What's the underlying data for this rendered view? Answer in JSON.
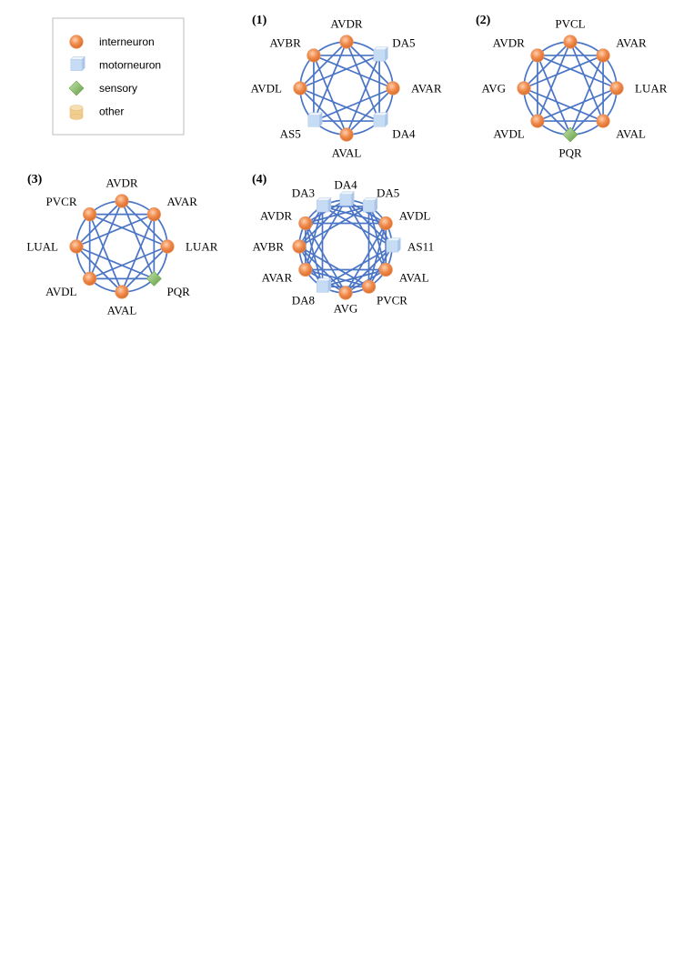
{
  "colors": {
    "edge": "#4a74c6",
    "interneuron": "#f08a4b",
    "motorneuron": "#c6dcf5",
    "sensory": "#7fb561",
    "other": "#f0cc8f"
  },
  "legend": {
    "items": [
      {
        "key": "interneuron",
        "label": "interneuron",
        "icon": "orange-circle-icon"
      },
      {
        "key": "motorneuron",
        "label": "motorneuron",
        "icon": "blue-cube-icon"
      },
      {
        "key": "sensory",
        "label": "sensory",
        "icon": "green-diamond-icon"
      },
      {
        "key": "other",
        "label": "other",
        "icon": "tan-cylinder-icon"
      }
    ]
  },
  "panels": [
    {
      "tag": "(1)",
      "nodes": [
        {
          "label": "AVDR",
          "type": "interneuron"
        },
        {
          "label": "DA5",
          "type": "motorneuron"
        },
        {
          "label": "AVAR",
          "type": "interneuron"
        },
        {
          "label": "DA4",
          "type": "motorneuron"
        },
        {
          "label": "AVAL",
          "type": "interneuron"
        },
        {
          "label": "AS5",
          "type": "motorneuron"
        },
        {
          "label": "AVDL",
          "type": "interneuron"
        },
        {
          "label": "AVBR",
          "type": "interneuron"
        }
      ]
    },
    {
      "tag": "(2)",
      "nodes": [
        {
          "label": "PVCL",
          "type": "interneuron"
        },
        {
          "label": "AVAR",
          "type": "interneuron"
        },
        {
          "label": "LUAR",
          "type": "interneuron"
        },
        {
          "label": "AVAL",
          "type": "interneuron"
        },
        {
          "label": "PQR",
          "type": "sensory"
        },
        {
          "label": "AVDL",
          "type": "interneuron"
        },
        {
          "label": "AVG",
          "type": "interneuron"
        },
        {
          "label": "AVDR",
          "type": "interneuron"
        }
      ]
    },
    {
      "tag": "(3)",
      "nodes": [
        {
          "label": "AVDR",
          "type": "interneuron"
        },
        {
          "label": "AVAR",
          "type": "interneuron"
        },
        {
          "label": "LUAR",
          "type": "interneuron"
        },
        {
          "label": "PQR",
          "type": "sensory"
        },
        {
          "label": "AVAL",
          "type": "interneuron"
        },
        {
          "label": "AVDL",
          "type": "interneuron"
        },
        {
          "label": "LUAL",
          "type": "interneuron"
        },
        {
          "label": "PVCR",
          "type": "interneuron"
        }
      ]
    },
    {
      "tag": "(4)",
      "nodes": [
        {
          "label": "DA4",
          "type": "motorneuron"
        },
        {
          "label": "DA5",
          "type": "motorneuron"
        },
        {
          "label": "AVDL",
          "type": "interneuron"
        },
        {
          "label": "AS11",
          "type": "motorneuron"
        },
        {
          "label": "AVAL",
          "type": "interneuron"
        },
        {
          "label": "PVCR",
          "type": "interneuron"
        },
        {
          "label": "AVG",
          "type": "interneuron"
        },
        {
          "label": "DA8",
          "type": "motorneuron"
        },
        {
          "label": "AVAR",
          "type": "interneuron"
        },
        {
          "label": "AVBR",
          "type": "interneuron"
        },
        {
          "label": "AVDR",
          "type": "interneuron"
        },
        {
          "label": "DA3",
          "type": "motorneuron"
        }
      ]
    }
  ]
}
